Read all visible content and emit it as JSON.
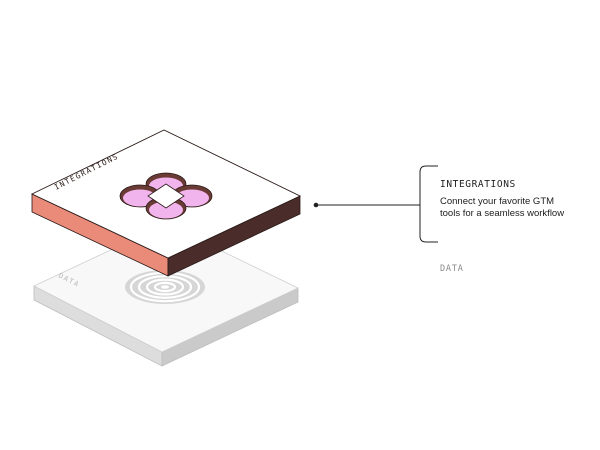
{
  "diagram": {
    "layers": [
      {
        "id": "integrations",
        "label": "INTEGRATIONS",
        "state": "active"
      },
      {
        "id": "data",
        "label": "DATA",
        "state": "inactive"
      }
    ],
    "callout": {
      "title": "INTEGRATIONS",
      "description": "Connect your favorite GTM tools for a seamless workflow"
    },
    "secondary_label": "DATA",
    "colors": {
      "active_side": "#ea8a78",
      "active_side_dark": "#4a2c2a",
      "active_top": "#ffffff",
      "cutout_fill": "#f2b4ec",
      "cutout_shadow": "#6a3a35",
      "inactive_top": "#f8f8f8",
      "inactive_side": "#dddddd",
      "inactive_side_dark": "#c9c9c9",
      "line": "#222222",
      "muted_text": "#8a8a8a"
    }
  }
}
